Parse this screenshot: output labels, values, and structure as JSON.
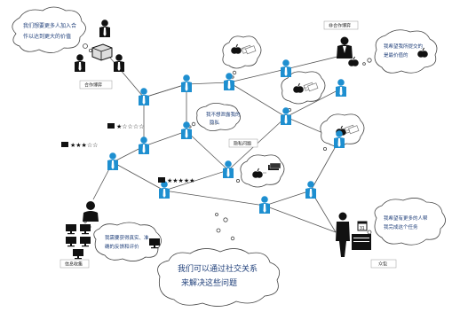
{
  "labels": {
    "coop_left": "合作博弈",
    "noncoop": "非合作博弈",
    "privacy": "隐私问题",
    "info_collect": "信息收集",
    "task": "众包"
  },
  "bubbles": {
    "top_left": [
      "我们想要更多人加入合",
      "作以达到更大的价值"
    ],
    "noncoop": [
      "我希望我所提交的",
      "是最价值的"
    ],
    "privacy": [
      "我不想泄露我的",
      "隐私"
    ],
    "info": [
      "我需要获得真实、准",
      "确的反馈和评价"
    ],
    "task": [
      "我希望有更多的人帮",
      "我完成这个任务"
    ],
    "bottom": [
      "我们可以通过社交关系",
      "来解决这些问题"
    ]
  },
  "ratings": {
    "one_star": "★☆☆☆☆",
    "three_star": "★★★☆☆",
    "five_star": "★★★★★"
  },
  "icons": {
    "person": "person-icon",
    "apple": "apple-icon",
    "money": "money-icon",
    "box": "box-icon",
    "monitor": "monitor-icon",
    "calendar": "calendar-icon"
  },
  "colors": {
    "person": "#1e8fd0",
    "dark": "#111111",
    "line": "#555555"
  }
}
